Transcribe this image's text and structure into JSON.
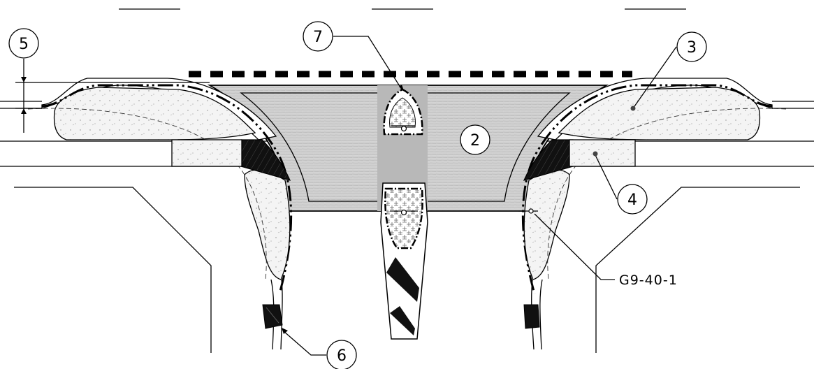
{
  "callouts": {
    "c2": "2",
    "c3": "3",
    "c4": "4",
    "c5": "5",
    "c6": "6",
    "c7": "7"
  },
  "reference_label": "G9-40-1",
  "colors": {
    "ink": "#000000",
    "steel_fill": "#c9c9c9",
    "insulation_fill": "#f3f3f3",
    "seal_fill": "#1a1a1a"
  }
}
